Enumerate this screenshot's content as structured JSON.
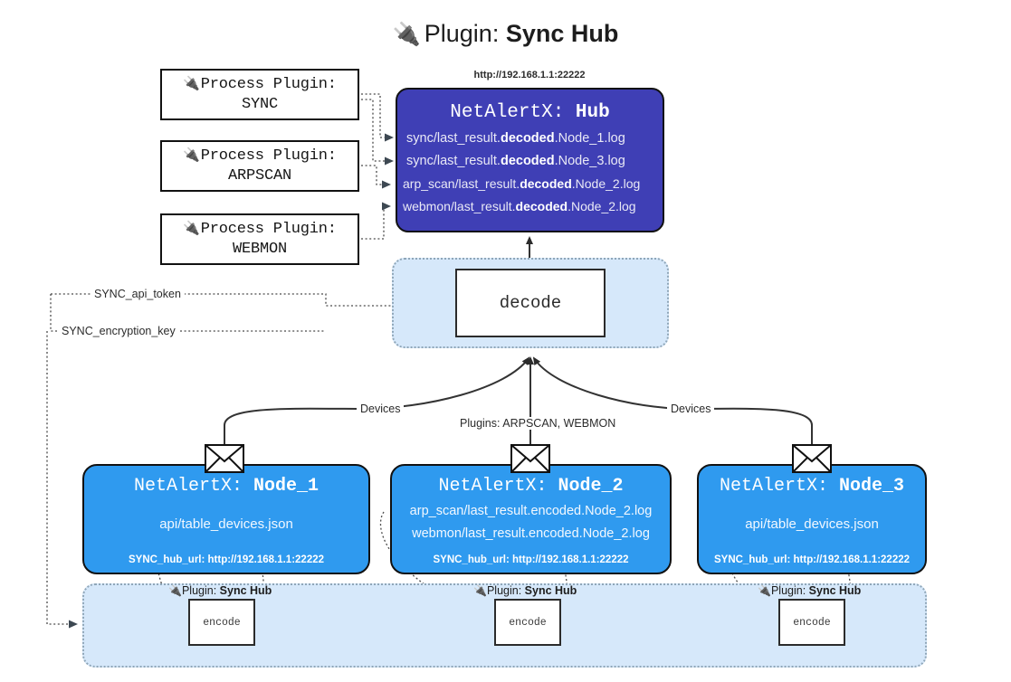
{
  "title": {
    "icon": "plug-icon",
    "prefix": "Plugin: ",
    "name": "Sync Hub"
  },
  "process_plugins": [
    {
      "icon": "plug-icon",
      "heading": "Process Plugin:",
      "name": "SYNC"
    },
    {
      "icon": "plug-icon",
      "heading": "Process Plugin:",
      "name": "ARPSCAN"
    },
    {
      "icon": "plug-icon",
      "heading": "Process Plugin:",
      "name": "WEBMON"
    }
  ],
  "hub": {
    "url": "http://192.168.1.1:22222",
    "label_prefix": "NetAlertX: ",
    "label_name": "Hub",
    "logs": [
      {
        "pre": "sync/last_result.",
        "mid": "decoded",
        "post": ".Node_1.log"
      },
      {
        "pre": "sync/last_result.",
        "mid": "decoded",
        "post": ".Node_3.log"
      },
      {
        "pre": "arp_scan/last_result.",
        "mid": "decoded",
        "post": ".Node_2.log"
      },
      {
        "pre": "webmon/last_result.",
        "mid": "decoded",
        "post": ".Node_2.log"
      }
    ]
  },
  "decode": {
    "label": "decode"
  },
  "edge_labels": {
    "api_token": "SYNC_api_token",
    "encryption_key": "SYNC_encryption_key",
    "devices_left": "Devices",
    "devices_right": "Devices",
    "plugins_center": "Plugins: ARPSCAN, WEBMON"
  },
  "nodes": [
    {
      "label_prefix": "NetAlertX: ",
      "label_name": "Node_1",
      "lines": [
        "api/table_devices.json"
      ],
      "hub_url": "SYNC_hub_url: http://192.168.1.1:22222",
      "icon": "envelope-icon"
    },
    {
      "label_prefix": "NetAlertX: ",
      "label_name": "Node_2",
      "lines": [
        "arp_scan/last_result.encoded.Node_2.log",
        "webmon/last_result.encoded.Node_2.log"
      ],
      "hub_url": "SYNC_hub_url: http://192.168.1.1:22222",
      "icon": "envelope-icon"
    },
    {
      "label_prefix": "NetAlertX: ",
      "label_name": "Node_3",
      "lines": [
        "api/table_devices.json"
      ],
      "hub_url": "SYNC_hub_url: http://192.168.1.1:22222",
      "icon": "envelope-icon"
    }
  ],
  "encode_tags": [
    {
      "icon": "plug-icon",
      "prefix": "Plugin: ",
      "name": "Sync Hub",
      "box_label": "encode"
    },
    {
      "icon": "plug-icon",
      "prefix": "Plugin: ",
      "name": "Sync Hub",
      "box_label": "encode"
    },
    {
      "icon": "plug-icon",
      "prefix": "Plugin: ",
      "name": "Sync Hub",
      "box_label": "encode"
    }
  ],
  "colors": {
    "hub_fill": "#3f3fb5",
    "node_fill": "#2f9aef",
    "zone_fill": "#d6e8fa",
    "stroke": "#111111",
    "page_bg": "#ffffff"
  }
}
